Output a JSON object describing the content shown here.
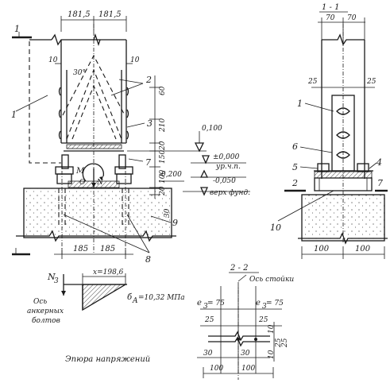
{
  "dims": {
    "top_left": "181,5",
    "top_right": "181,5",
    "w10_left": "10",
    "w10_right": "10",
    "d60": "60",
    "d210": "210",
    "d20a": "20",
    "d150": "150",
    "d100": "100",
    "d20b": "20",
    "d30": "30",
    "b185_left": "185",
    "b185_right": "185",
    "s70_left": "70",
    "s70_right": "70",
    "s25_left": "25",
    "s25_right": "25",
    "s100_left": "100",
    "s100_right": "100",
    "angle": "30°"
  },
  "elevations": {
    "e0100": "0,100",
    "e0000": "±0,000",
    "upp": "ур.ч.п.",
    "e_m0050": "-0,050",
    "e_m0200": "-0,200",
    "verh_fund": "верх фунд."
  },
  "callouts": {
    "n1": "1",
    "n2": "2",
    "n3": "3",
    "n7": "7",
    "n8": "8",
    "n9": "9",
    "s1": "1",
    "s6": "6",
    "s5": "5",
    "s4": "4",
    "s2l": "2",
    "s7r": "7",
    "s10": "10"
  },
  "section_marks": {
    "cut1": "1",
    "cut11": "1 - 1",
    "cut22": "2 - 2"
  },
  "forces": {
    "M": "M",
    "N": "N",
    "O": "O"
  },
  "stress_diagram": {
    "N3": "N",
    "N3_sub": "3",
    "x_label": "x=198,6",
    "sigma": "б",
    "sigma_sub": "A",
    "sigma_val": "=10,32 МПа",
    "axis_label_1": "Ось",
    "axis_label_2": "анкерных",
    "axis_label_3": "болтов",
    "caption": "Эпюра напряжений"
  },
  "section22": {
    "axis_label": "Ось стойки",
    "e3_left_e": "е",
    "e3_left_sub": "3",
    "e3_left_val": "= 75",
    "e3_right_e": "е",
    "e3_right_sub": "3",
    "e3_right_val": "= 75",
    "d25_left": "25",
    "d25_right": "25",
    "d10": "10",
    "d25a": "25",
    "d25b": "25",
    "d30_left": "30",
    "d30_mid": "30",
    "d10b": "10",
    "d100_left": "100",
    "d100_right": "100"
  }
}
